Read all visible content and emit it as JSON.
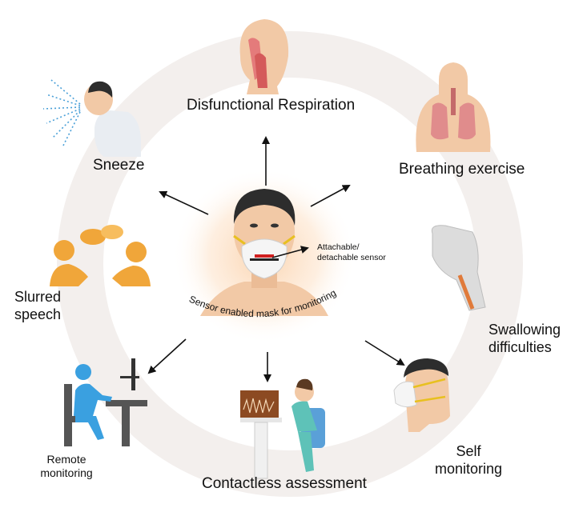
{
  "labels": {
    "disfunctional_respiration": "Disfunctional Respiration",
    "breathing_exercise": "Breathing exercise",
    "sneeze": "Sneeze",
    "slurred_speech_line1": "Slurred",
    "slurred_speech_line2": "speech",
    "swallowing_line1": "Swallowing",
    "swallowing_line2": "difficulties",
    "remote_line1": "Remote",
    "remote_line2": "monitoring",
    "self_line1": "Self",
    "self_line2": "monitoring",
    "contactless_assessment": "Contactless assessment",
    "sensor_line1": "Attachable/",
    "sensor_line2": "detachable  sensor",
    "center_caption": "Sensor enabled mask for monitoring"
  },
  "colors": {
    "ring": "#f2eeec",
    "glow": "#fbd9b8",
    "skin": "#f2c9a6",
    "hair": "#2d2d2d",
    "mask": "#f5f5f5",
    "strap": "#e8c020",
    "speech_orange": "#f0a63a",
    "desk_blue": "#3aa0e0",
    "seat_blue": "#5aa0d8",
    "scrubs": "#5ec2b8",
    "arrow": "#111111"
  }
}
